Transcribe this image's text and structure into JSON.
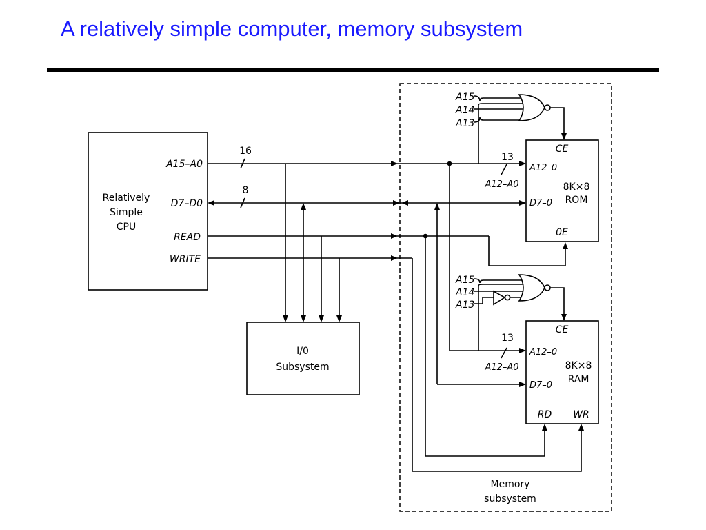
{
  "title": "A relatively simple computer, memory subsystem",
  "diagram": {
    "cpu": {
      "label_lines": [
        "Relatively",
        "Simple",
        "CPU"
      ],
      "address_port": "A15–A0",
      "data_port": "D7–D0",
      "read_port": "READ",
      "write_port": "WRITE"
    },
    "bus_widths": {
      "address": "16",
      "data": "8"
    },
    "io": {
      "label_lines": [
        "I/0",
        "Subsystem"
      ]
    },
    "rom": {
      "ce": "CE",
      "addr_pin": "A12–0",
      "data_pin": "D7–0",
      "size": "8K×8",
      "type": "ROM",
      "oe": "0E",
      "addr_width": "13",
      "addr_bus": "A12–A0",
      "gate_inputs": [
        "A15",
        "A14",
        "A13"
      ]
    },
    "ram": {
      "ce": "CE",
      "addr_pin": "A12–0",
      "data_pin": "D7–0",
      "size": "8K×8",
      "type": "RAM",
      "rd": "RD",
      "wr": "WR",
      "addr_width": "13",
      "addr_bus": "A12–A0",
      "gate_inputs": [
        "A15",
        "A14",
        "A13"
      ]
    },
    "memory_box": {
      "label_lines": [
        "Memory",
        "subsystem"
      ]
    }
  }
}
